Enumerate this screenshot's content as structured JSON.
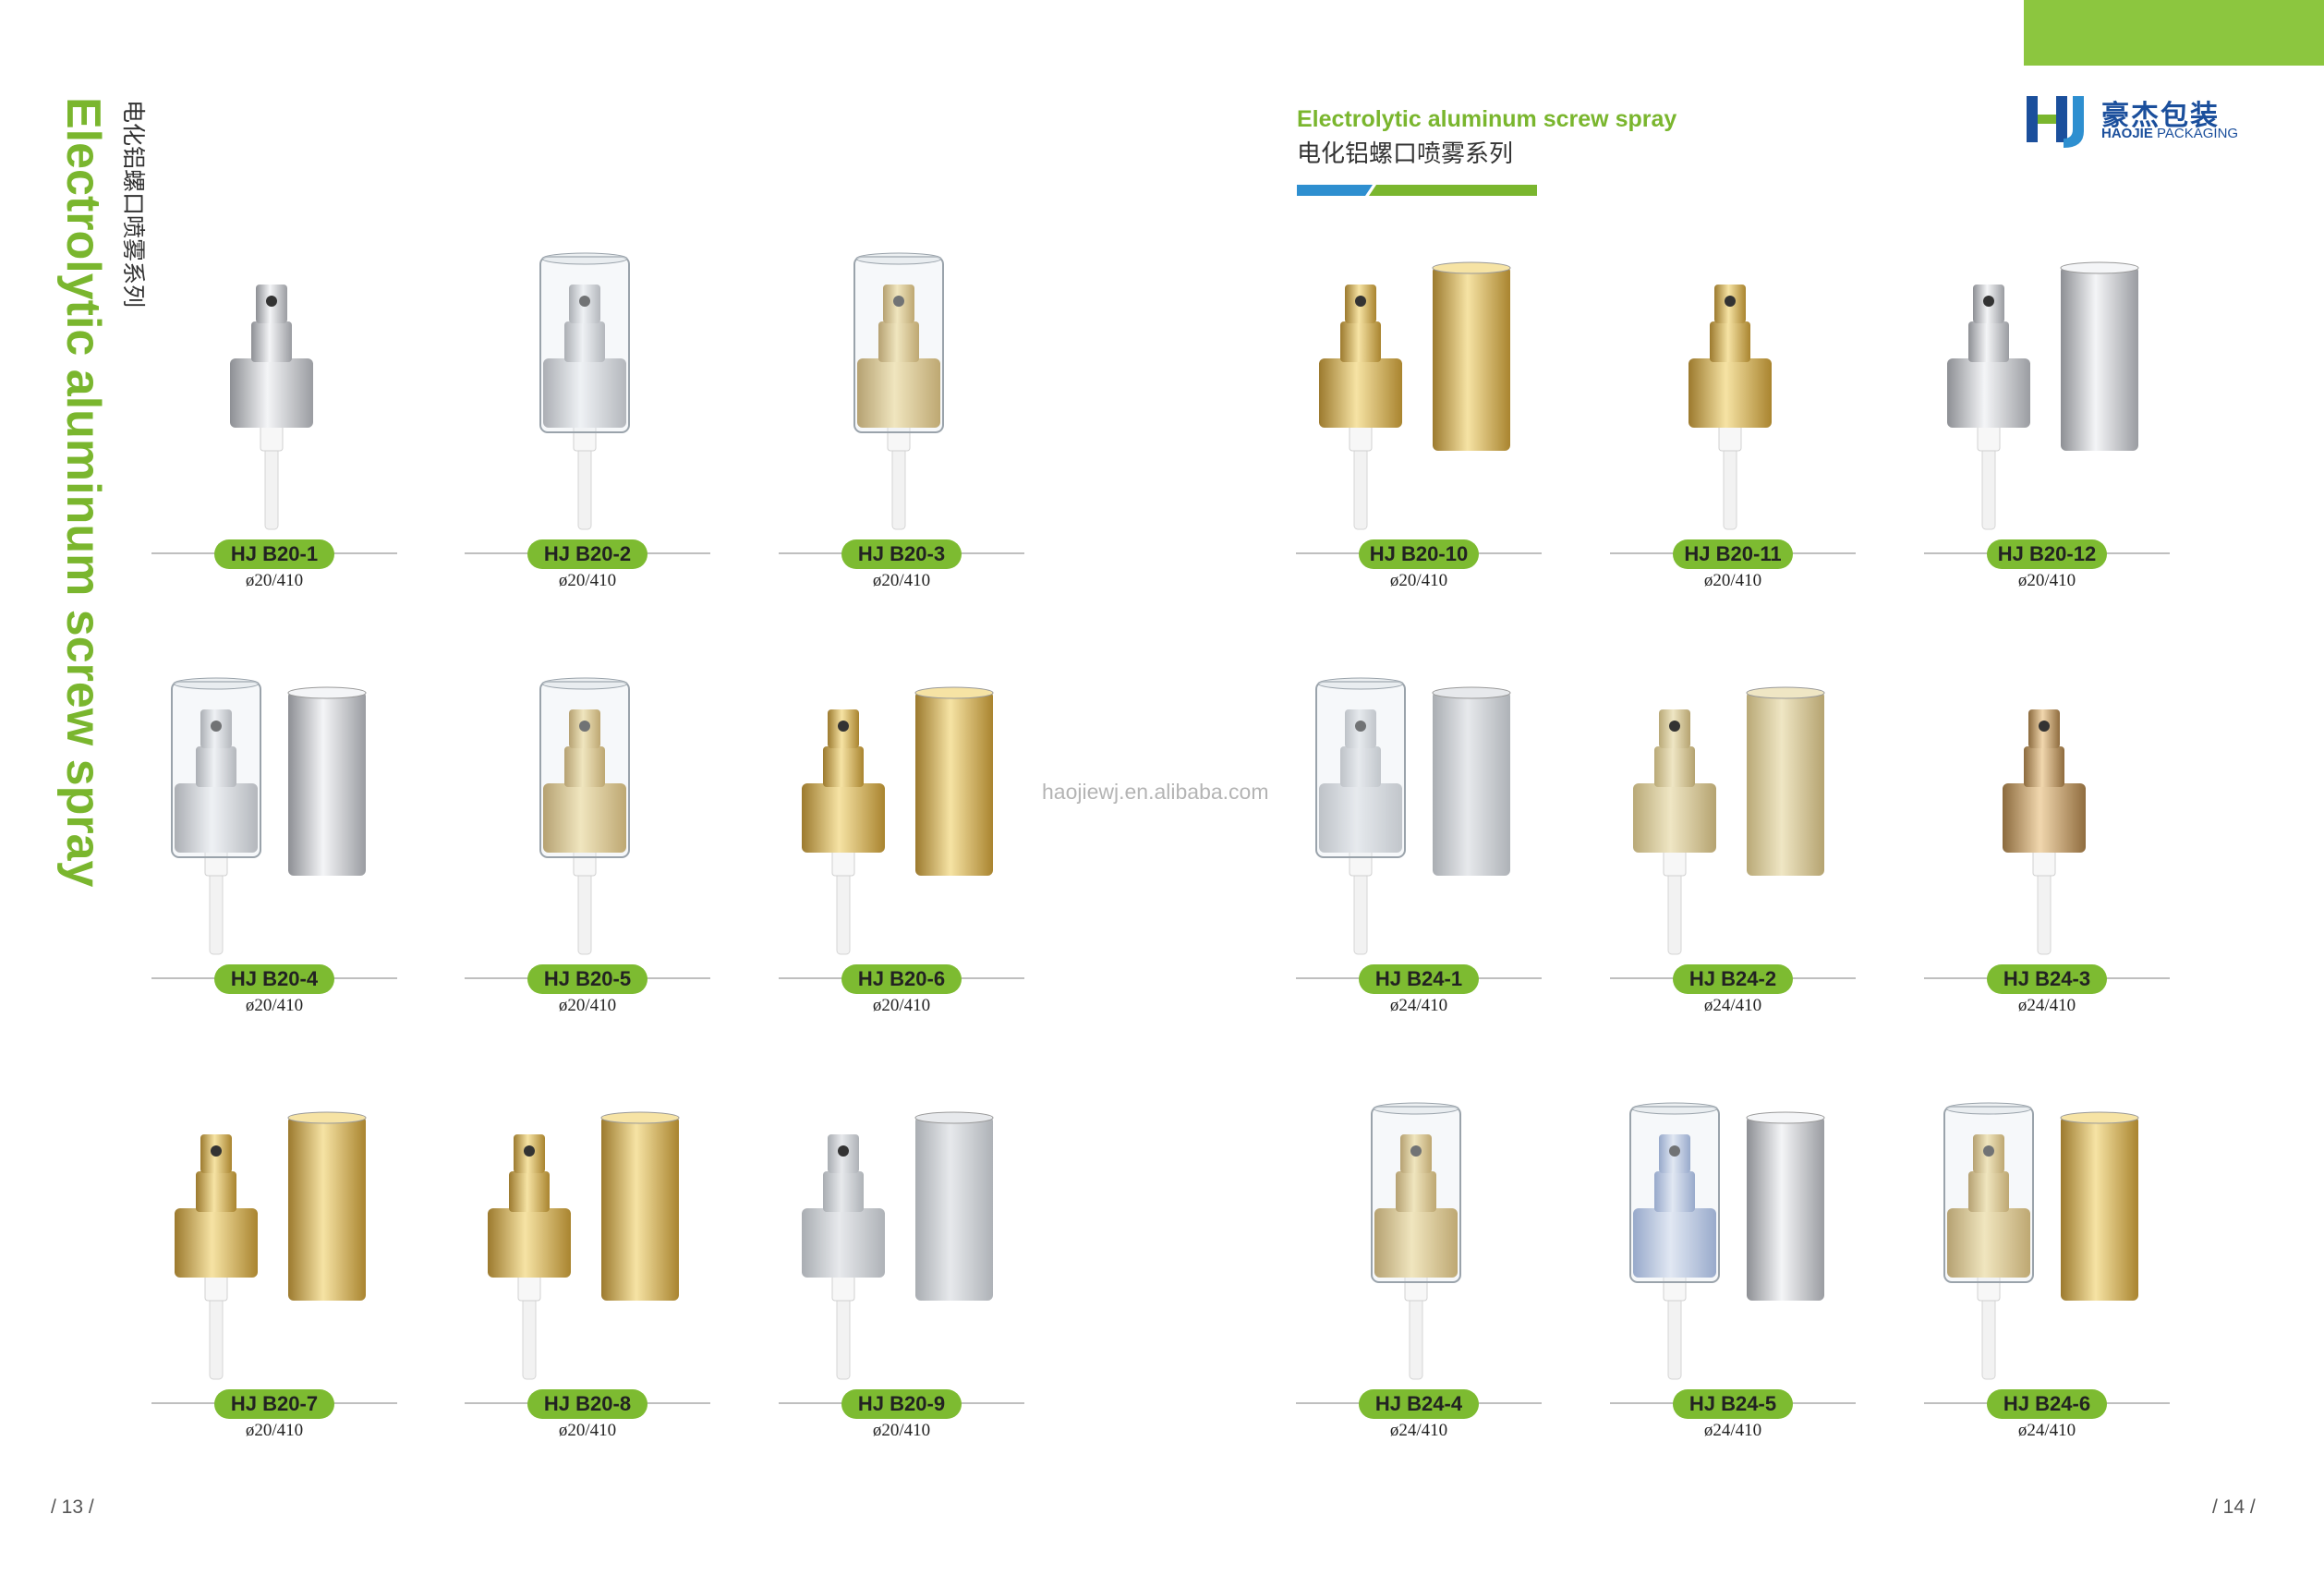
{
  "left_page": {
    "vertical_title": "Electrolytic aluminum screw spray",
    "vertical_title_cn": "电化铝螺口喷雾系列",
    "page_number": "/ 13 /"
  },
  "right_page": {
    "header_en": "Electrolytic aluminum screw spray",
    "header_cn": "电化铝螺口喷雾系列",
    "page_number": "/ 14 /"
  },
  "logo": {
    "mark": "HJ",
    "name_cn": "豪杰包装",
    "name_en_bold": "HAOJIE",
    "name_en_rest": " PACKAGING"
  },
  "watermark": "haojiewj.en.alibaba.com",
  "colors": {
    "accent_green": "#8cc63f",
    "label_green": "#7dbb31",
    "brand_blue": "#1b4f9c"
  },
  "products": [
    {
      "code": "HJ B20-1",
      "spec": "ø20/410"
    },
    {
      "code": "HJ B20-2",
      "spec": "ø20/410"
    },
    {
      "code": "HJ B20-3",
      "spec": "ø20/410"
    },
    {
      "code": "HJ B20-4",
      "spec": "ø20/410"
    },
    {
      "code": "HJ B20-5",
      "spec": "ø20/410"
    },
    {
      "code": "HJ B20-6",
      "spec": "ø20/410"
    },
    {
      "code": "HJ B20-7",
      "spec": "ø20/410"
    },
    {
      "code": "HJ B20-8",
      "spec": "ø20/410"
    },
    {
      "code": "HJ B20-9",
      "spec": "ø20/410"
    },
    {
      "code": "HJ B20-10",
      "spec": "ø20/410"
    },
    {
      "code": "HJ B20-11",
      "spec": "ø20/410"
    },
    {
      "code": "HJ B20-12",
      "spec": "ø20/410"
    },
    {
      "code": "HJ B24-1",
      "spec": "ø24/410"
    },
    {
      "code": "HJ B24-2",
      "spec": "ø24/410"
    },
    {
      "code": "HJ B24-3",
      "spec": "ø24/410"
    },
    {
      "code": "HJ B24-4",
      "spec": "ø24/410"
    },
    {
      "code": "HJ B24-5",
      "spec": "ø24/410"
    },
    {
      "code": "HJ B24-6",
      "spec": "ø24/410"
    }
  ]
}
